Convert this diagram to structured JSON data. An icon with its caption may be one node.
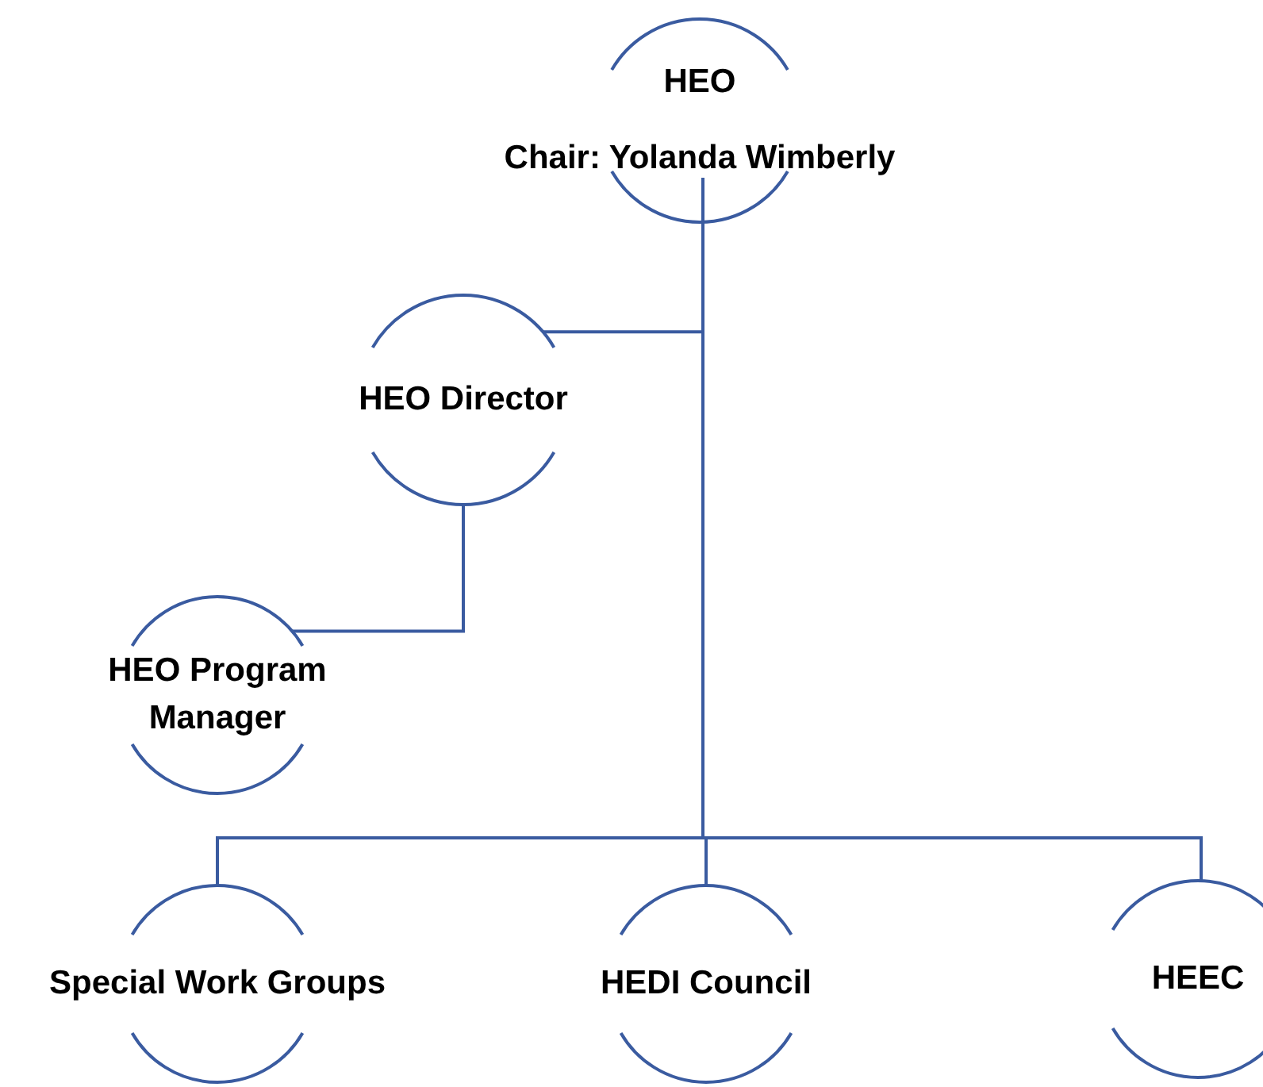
{
  "diagram": {
    "nodes": [
      {
        "text": [
          "HEO",
          "Chair: Yolanda Wimberly"
        ]
      },
      {
        "text": [
          "HEO Director"
        ]
      },
      {
        "text": [
          "HEO Program Manager"
        ]
      },
      {
        "text": [
          "Special Work Groups"
        ]
      },
      {
        "text": [
          "HEDI Council"
        ]
      },
      {
        "text": [
          "HEEC"
        ]
      }
    ],
    "edges": [
      {
        "from": 0,
        "to": 1,
        "arrow": "none"
      },
      {
        "from": 1,
        "to": 2,
        "arrow": "none"
      },
      {
        "from": 0,
        "to": 3,
        "arrow": "none"
      },
      {
        "from": 0,
        "to": 4,
        "arrow": "none"
      },
      {
        "from": 0,
        "to": 5,
        "arrow": "none"
      }
    ]
  }
}
